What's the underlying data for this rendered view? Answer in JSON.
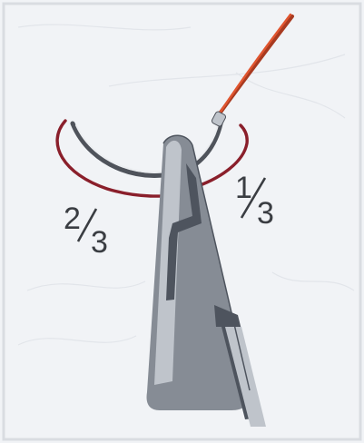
{
  "diagram": {
    "labels": {
      "two_thirds": {
        "numerator": "2",
        "denominator": "3"
      },
      "one_third": {
        "numerator": "1",
        "denominator": "3"
      }
    },
    "colors": {
      "page_bg": "#f1f3f6",
      "border": "#d9dce1",
      "arc": "#8a1f2b",
      "suture": "#e0552f",
      "needle_shade": "#4f535b",
      "needle_light": "#eceef1",
      "holder_dark": "#4e545e",
      "holder_mid": "#868c95",
      "holder_light": "#bfc4cb",
      "text": "#3a3d42"
    },
    "icons": [
      "needle-holder-icon",
      "curved-needle-icon",
      "suture-thread-icon"
    ]
  }
}
